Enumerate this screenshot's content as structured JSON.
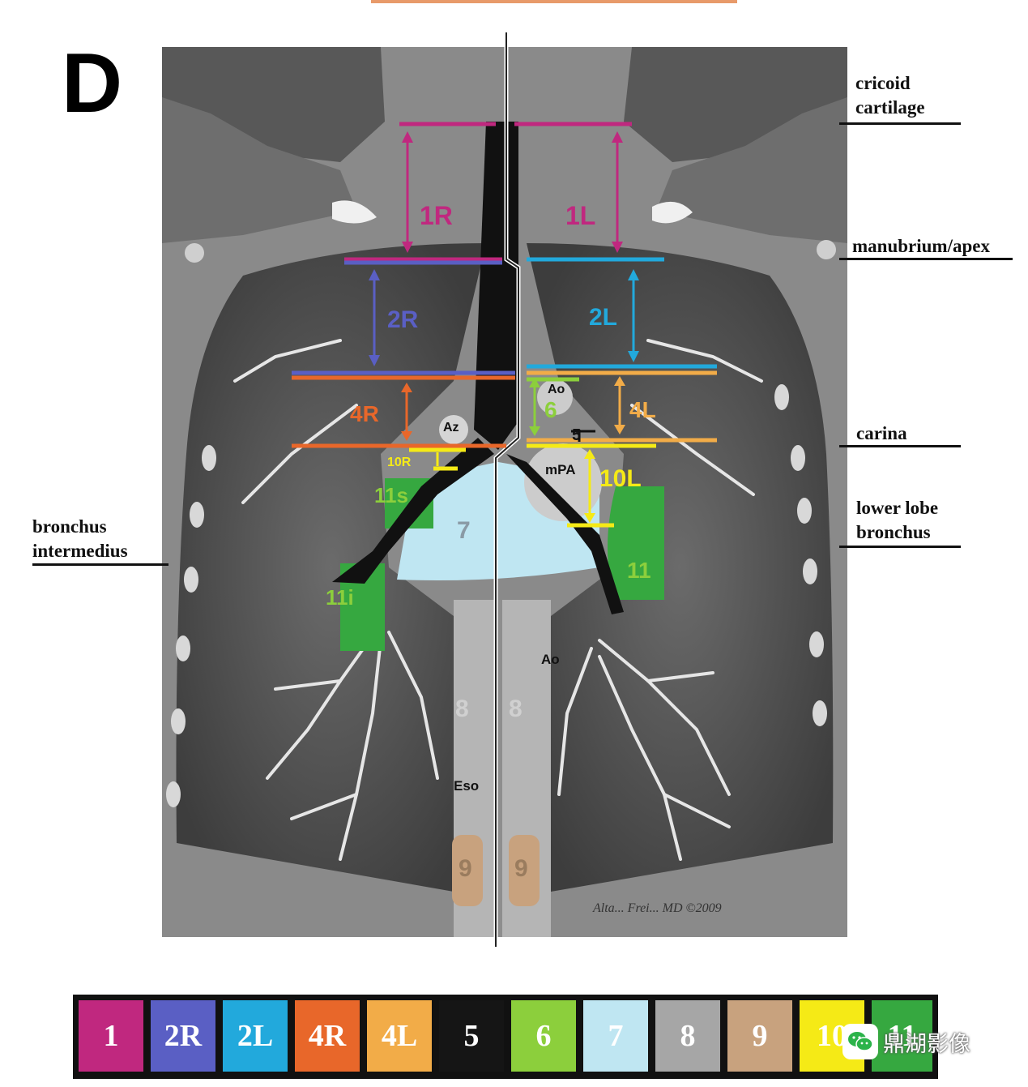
{
  "panel_letter": "D",
  "right_labels": [
    "cricoid\ncartilage",
    "manubrium/apex",
    "carina",
    "lower lobe\nbronchus"
  ],
  "left_labels": [
    "bronchus\nintermedius"
  ],
  "station_labels": {
    "s1R": "1R",
    "s1L": "1L",
    "s2R": "2R",
    "s2L": "2L",
    "s4R": "4R",
    "s4L": "4L",
    "s5": "5",
    "s6": "6",
    "s7": "7",
    "s8a": "8",
    "s8b": "8",
    "s9a": "9",
    "s9b": "9",
    "s10R": "10R",
    "s10L": "10L",
    "s11s": "11s",
    "s11i": "11i",
    "s11L": "11"
  },
  "anatomy_labels": {
    "az": "Az",
    "ao_upper": "Ao",
    "mpa": "mPA",
    "ao_lower": "Ao",
    "eso": "Eso"
  },
  "signature": "Alta... Frei... MD ©2009",
  "legend": [
    {
      "label": "1",
      "color": "#c0287f"
    },
    {
      "label": "2R",
      "color": "#5a5fc4"
    },
    {
      "label": "2L",
      "color": "#22a9dc"
    },
    {
      "label": "4R",
      "color": "#e8672a"
    },
    {
      "label": "4L",
      "color": "#f2ac48"
    },
    {
      "label": "5",
      "color": "#151515"
    },
    {
      "label": "6",
      "color": "#8ccf3c"
    },
    {
      "label": "7",
      "color": "#bfe6f2"
    },
    {
      "label": "8",
      "color": "#a6a6a6"
    },
    {
      "label": "9",
      "color": "#c8a27e"
    },
    {
      "label": "10",
      "color": "#f5ea16"
    },
    {
      "label": "11",
      "color": "#36a840"
    }
  ],
  "watermark": "鼎湖影像",
  "watermark_icon": "wechat-icon"
}
